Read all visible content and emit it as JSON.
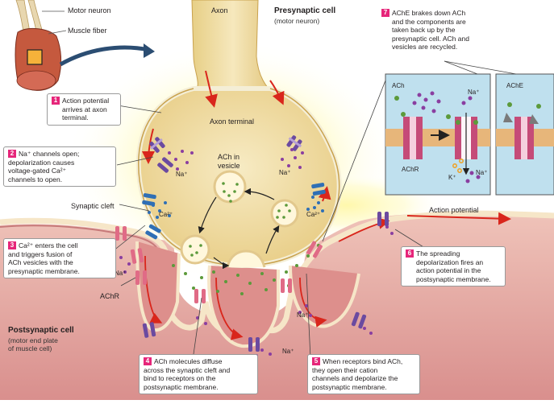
{
  "labels": {
    "motor_neuron": "Motor neuron",
    "muscle_fiber": "Muscle fiber",
    "axon": "Axon",
    "presynaptic_title": "Presynaptic cell",
    "presynaptic_sub": "(motor neuron)",
    "axon_terminal": "Axon terminal",
    "ach_in_vesicle_1": "ACh in",
    "ach_in_vesicle_2": "vesicle",
    "synaptic_cleft": "Synaptic cleft",
    "na_plus_1": "Na⁺",
    "na_plus_2": "Na⁺",
    "na_plus_3": "Na⁺",
    "na_plus_4": "Na⁺",
    "na_plus_5": "Na⁺",
    "ca_plus_1": "Ca²⁺",
    "ca_plus_2": "Ca²⁺",
    "achr_main": "AChR",
    "action_potential": "Action potential",
    "postsynaptic_title": "Postsynaptic cell",
    "postsynaptic_sub_1": "(motor end plate",
    "postsynaptic_sub_2": "of muscle cell)",
    "inset_ach": "ACh",
    "inset_achr": "AChR",
    "inset_na_1": "Na⁺",
    "inset_na_2": "Na⁺",
    "inset_k": "K⁺",
    "inset_ache": "AChE"
  },
  "steps": [
    {
      "num": "1",
      "lines": [
        "Action potential",
        "arrives at axon",
        "terminal."
      ]
    },
    {
      "num": "2",
      "lines": [
        "Na⁺ channels open;",
        "depolarization causes",
        "voltage-gated Ca²⁺",
        "channels to open."
      ]
    },
    {
      "num": "3",
      "lines": [
        "Ca²⁺ enters the cell",
        "and triggers fusion of",
        "ACh vesicles with the",
        "presynaptic membrane."
      ]
    },
    {
      "num": "4",
      "lines": [
        "ACh molecules diffuse",
        "across the synaptic cleft and",
        "bind to receptors on the",
        "postsynaptic membrane."
      ]
    },
    {
      "num": "5",
      "lines": [
        "When receptors bind ACh,",
        "they open their cation",
        "channels and depolarize the",
        "postsynaptic membrane."
      ]
    },
    {
      "num": "6",
      "lines": [
        "The spreading",
        "depolarization fires an",
        "action potential in the",
        "postsynaptic membrane."
      ]
    },
    {
      "num": "7",
      "lines": [
        "AChE brakes down ACh",
        "and the components are",
        "taken back up by the",
        "presynaptic cell. ACh and",
        "vesicles are recycled."
      ]
    }
  ],
  "colors": {
    "axon_terminal_fill": "#f2dfa8",
    "muscle_fill": "#e8b2ad",
    "channel_purple": "#6b4aa0",
    "channel_pink": "#e06b86",
    "ach_green": "#5c9a3b",
    "na_purple": "#8a3ea0",
    "ca_blue": "#2f6fb5",
    "k_orange": "#f0a020",
    "red_arrow": "#d9261c",
    "inset_blue": "#bfe0ee",
    "step_pink": "#e6267a"
  }
}
